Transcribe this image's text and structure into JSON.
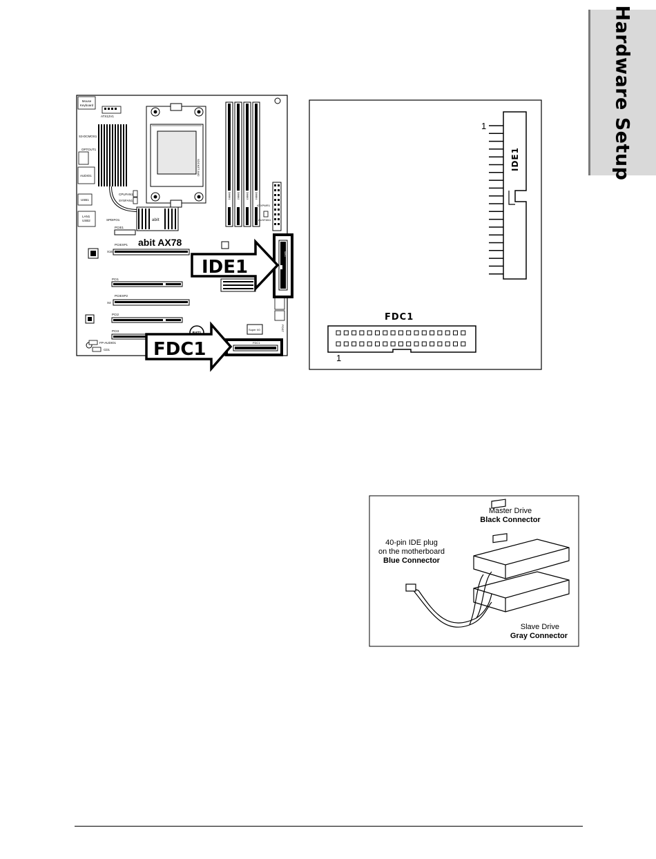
{
  "side_tab": {
    "label": "Hardware Setup"
  },
  "board": {
    "mouse_keyboard": [
      "Mouse",
      "Keyboard"
    ],
    "atx12v": "ATX12V1",
    "s3_dcmos": "S3-DCMOS1",
    "optout": "OPTOUT1",
    "audio": "AUDIO1",
    "usb": "USB1",
    "lan_usb": [
      "LAN1",
      "USB2"
    ],
    "cpu_fan": "CPUFAN1",
    "sys_fan": "SYSFAN1",
    "spdif": "SPDIFO1",
    "pcie_small": "PCIE1",
    "pcie_x16_1": "PCIEXP1",
    "x16": "X16",
    "brand": "abit AX78",
    "pci1": "PCI1",
    "pcie_x16_2": "PCIEXP2",
    "x4": "X4",
    "pci2": "PCI2",
    "pci3": "PCI3",
    "bat": "BAT1",
    "super_io": "Super I/O",
    "fpaudio": "FP-AUDIO1",
    "cd": "CD1",
    "atxpwr": "ATXPWR1",
    "aux_fan": "AUXFAN1",
    "post": "POST",
    "fdc_small": "FDC1",
    "ide_small": "IDE1",
    "dimms": [
      "DIMM1",
      "DIMM2",
      "DIMM3",
      "DIMM4"
    ],
    "socket": "SOCKET AM2"
  },
  "callouts": {
    "ide": "IDE1",
    "fdc": "FDC1"
  },
  "connector_diagram": {
    "ide_label": "IDE1",
    "ide_pin1": "1",
    "fdc_label": "FDC1",
    "fdc_pin1": "1"
  },
  "drive_diagram": {
    "master": "Master Drive",
    "master_conn": "Black Connector",
    "plug_line1": "40-pin IDE plug",
    "plug_line2": "on the motherboard",
    "plug_conn": "Blue Connector",
    "slave": "Slave Drive",
    "slave_conn": "Gray Connector"
  }
}
